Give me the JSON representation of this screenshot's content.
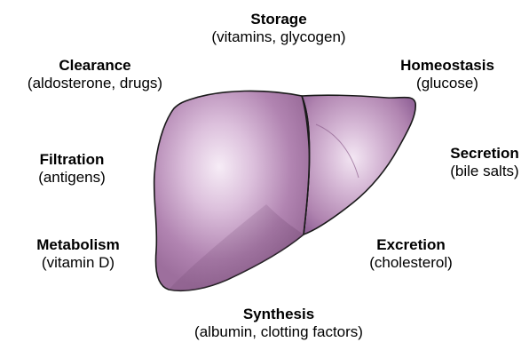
{
  "colors": {
    "liver_base": "#a97aa9",
    "liver_dark": "#8c5f8c",
    "liver_highlight": "#f3e7f3",
    "outline": "#1a1a1a",
    "text": "#000000"
  },
  "functions": {
    "storage": {
      "title": "Storage",
      "detail": "(vitamins, glycogen)"
    },
    "clearance": {
      "title": "Clearance",
      "detail": "(aldosterone, drugs)"
    },
    "homeostasis": {
      "title": "Homeostasis",
      "detail": "(glucose)"
    },
    "filtration": {
      "title": "Filtration",
      "detail": "(antigens)"
    },
    "secretion": {
      "title": "Secretion",
      "detail": "(bile salts)"
    },
    "metabolism": {
      "title": "Metabolism",
      "detail": "(vitamin D)"
    },
    "excretion": {
      "title": "Excretion",
      "detail": "(cholesterol)"
    },
    "synthesis": {
      "title": "Synthesis",
      "detail": "(albumin, clotting factors)"
    }
  }
}
